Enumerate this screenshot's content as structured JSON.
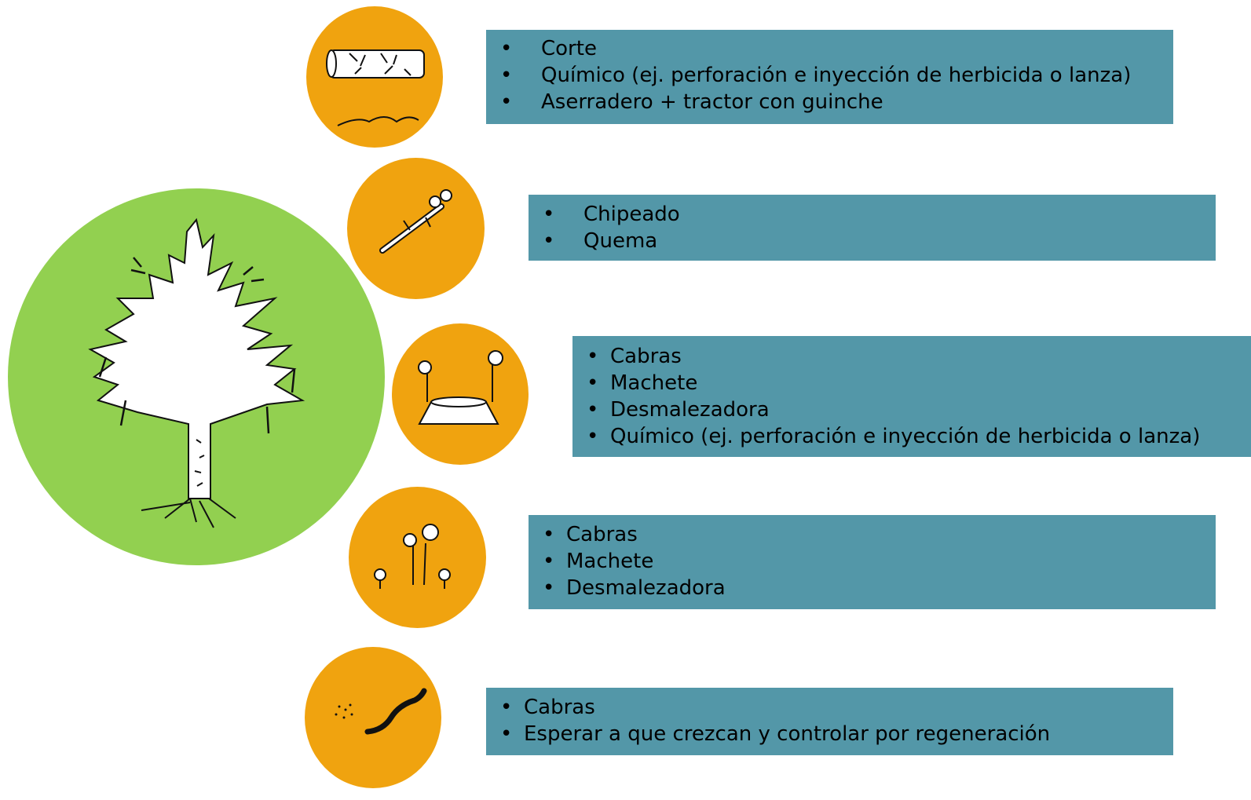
{
  "groups": [
    {
      "icon": "log-icon",
      "items": [
        "Corte",
        "Químico (ej. perforación e inyección de herbicida  o lanza)",
        "Aserradero +  tractor con guinche"
      ]
    },
    {
      "icon": "branch-icon",
      "items": [
        "Chipeado",
        "Quema"
      ]
    },
    {
      "icon": "stump-resprout-icon",
      "items": [
        "Cabras",
        "Machete",
        "Desmalezadora",
        "Químico (ej. perforación e inyección de herbicida  o lanza)"
      ]
    },
    {
      "icon": "seedlings-icon",
      "items": [
        "Cabras",
        "Machete",
        "Desmalezadora"
      ]
    },
    {
      "icon": "seeds-root-icon",
      "items": [
        "Cabras",
        "Esperar a que crezcan y controlar por regeneración"
      ]
    }
  ],
  "bullet": "•",
  "colors": {
    "green_circle": "#92d050",
    "orange_circle": "#f0a30f",
    "box": "#5397a8"
  }
}
